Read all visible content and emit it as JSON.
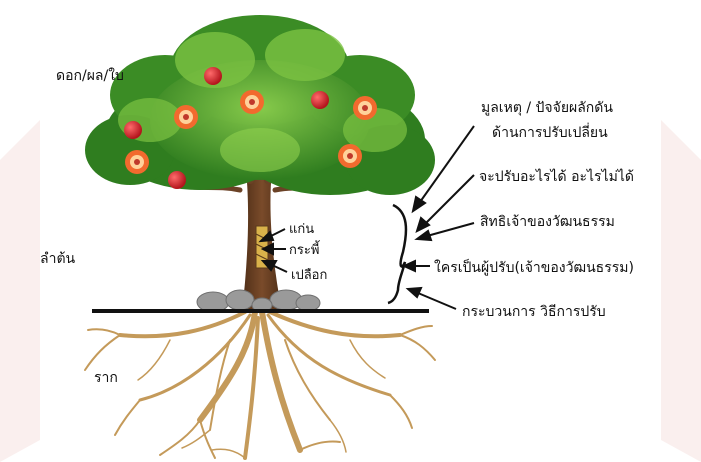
{
  "tree_parts": {
    "crown": "ดอก/ผล/ใบ",
    "trunk": "ลำต้น",
    "roots": "ราก"
  },
  "trunk_layers": {
    "heartwood": "แก่น",
    "cambium": "กระพี้",
    "bark": "เปลือก"
  },
  "factors": {
    "cause_line1": "มูลเหตุ / ปัจจัยผลักดัน",
    "cause_line2": "ด้านการปรับเปลี่ยน",
    "what_changes": "จะปรับอะไรได้ อะไรไม่ได้",
    "owner_rights": "สิทธิเจ้าของวัฒนธรรม",
    "who_adapts": "ใครเป็นผู้ปรับ(เจ้าของวัฒนธรรม)",
    "process": "กระบวนการ วิธีการปรับ"
  },
  "colors": {
    "leaf_dark": "#2e7d1e",
    "leaf_light": "#7cc242",
    "trunk": "#6b4226",
    "root": "#c8a468",
    "apple": "#d3202a",
    "flower": "#f26a2e",
    "ground": "#111111",
    "rock": "#9a9a9a"
  }
}
